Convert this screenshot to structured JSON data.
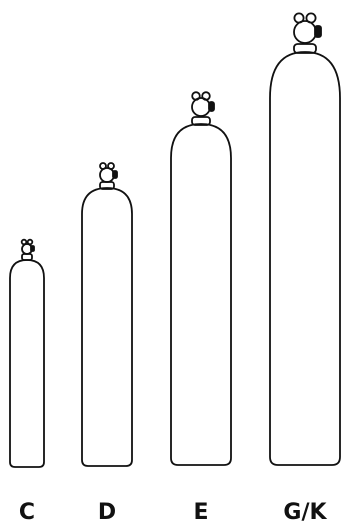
{
  "colors": {
    "outline": "#111111",
    "background": "#ffffff"
  },
  "cylinders": [
    {
      "size": "C",
      "label": "C"
    },
    {
      "size": "D",
      "label": "D"
    },
    {
      "size": "E",
      "label": "E"
    },
    {
      "size": "G/K",
      "label": "G/K"
    }
  ]
}
